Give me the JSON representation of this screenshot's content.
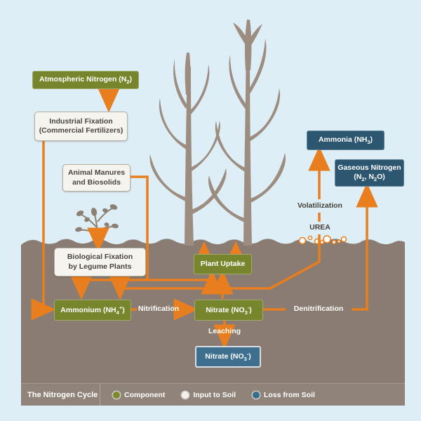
{
  "title": "The Nitrogen Cycle",
  "colors": {
    "sky": "#ddeef6",
    "soil": "#8a7c72",
    "legend_bar": "#90847a",
    "arrow_orange": "#e87e1e",
    "component_green": "#77862d",
    "input_white": "#f6f4ee",
    "loss_navy": "#2d5670",
    "loss_steel_blue": "#3e6f8f",
    "plant_taupe": "#9c8d80"
  },
  "boxes": {
    "atmospheric_nitrogen": {
      "label": "Atmospheric Nitrogen (N~2~)",
      "category": "component"
    },
    "industrial_fixation": {
      "line1": "Industrial Fixation",
      "line2": "(Commercial Fertilizers)",
      "category": "input-to-soil"
    },
    "animal_manures": {
      "line1": "Animal Manures",
      "line2": "and Biosolids",
      "category": "input-to-soil"
    },
    "biological_fixation": {
      "line1": "Biological Fixation",
      "line2": "by Legume Plants",
      "category": "input-to-soil"
    },
    "plant_uptake": {
      "label": "Plant Uptake",
      "category": "component"
    },
    "ammonium": {
      "label": "Ammonium (NH~4~^+^)",
      "category": "component"
    },
    "nitrate_soil": {
      "label": "Nitrate (NO~3~^-^)",
      "category": "component"
    },
    "nitrate_leached": {
      "label": "Nitrate (NO~3~^-^)",
      "category": "loss-from-soil"
    },
    "ammonia": {
      "label": "Ammonia (NH~3~)",
      "category": "loss-from-soil"
    },
    "gaseous_nitrogen": {
      "line1": "Gaseous Nitrogen",
      "line2": "(N~2~, N~2~O)",
      "category": "loss-from-soil"
    }
  },
  "process_labels": {
    "nitrification": "Nitrification",
    "denitrification": "Denitrification",
    "leaching": "Leaching",
    "volatilization": "Volatilization",
    "urea": "UREA"
  },
  "flows": [
    {
      "from": "Atmospheric Nitrogen (N2)",
      "to": "Industrial Fixation"
    },
    {
      "from": "Industrial Fixation",
      "to": "Ammonium"
    },
    {
      "from": "Animal Manures and Biosolids",
      "to": "Ammonium"
    },
    {
      "from": "Animal Manures and Biosolids",
      "to": "Plant Uptake"
    },
    {
      "from": "Legume Plants",
      "to": "Biological Fixation"
    },
    {
      "from": "Biological Fixation",
      "to": "Ammonium"
    },
    {
      "from": "UREA",
      "to": "Ammonium"
    },
    {
      "from": "UREA",
      "to": "Ammonia (NH3)",
      "label": "Volatilization"
    },
    {
      "from": "Ammonium",
      "to": "Nitrate",
      "label": "Nitrification"
    },
    {
      "from": "Nitrate",
      "to": "Plant Uptake"
    },
    {
      "from": "Nitrate",
      "to": "Gaseous Nitrogen (N2, N2O)",
      "label": "Denitrification"
    },
    {
      "from": "Nitrate",
      "to": "Nitrate (leached)",
      "label": "Leaching"
    },
    {
      "from": "Plant Uptake",
      "to": "Plants"
    }
  ],
  "legend": {
    "title": "The Nitrogen Cycle",
    "items": [
      {
        "label": "Component",
        "color": "#7a8a2e"
      },
      {
        "label": "Input to Soil",
        "color": "#f3f1ec"
      },
      {
        "label": "Loss from Soil",
        "color": "#346e8d"
      }
    ]
  }
}
